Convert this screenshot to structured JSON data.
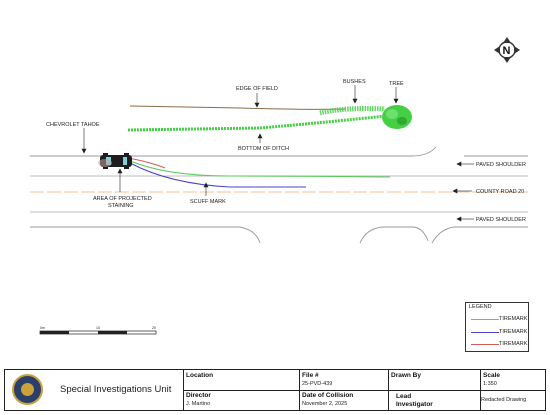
{
  "diagram": {
    "north_label": "N",
    "labels": {
      "edge_of_field": "EDGE OF FIELD",
      "bushes": "BUSHES",
      "tree": "TREE",
      "chevrolet_tahoe": "CHEVROLET TAHOE",
      "bottom_of_ditch": "BOTTOM OF DITCH",
      "paved_shoulder_top": "PAVED SHOULDER",
      "county_road": "COUNTY ROAD 20",
      "area_of_staining": "AREA OF PROJECTED STAINING",
      "area_of_staining_line1": "AREA OF PROJECTED",
      "area_of_staining_line2": "STAINING",
      "scuff_mark": "SCUFF MARK",
      "paved_shoulder_bottom": "PAVED SHOULDER"
    },
    "scale_bar": {
      "ticks": [
        "0m",
        "10",
        "20"
      ]
    },
    "colors": {
      "tiremark_green": "#5ec95e",
      "tiremark_blue": "#4a45c8",
      "tiremark_red": "#d65a5a",
      "vegetation": "#45cf45",
      "field_edge": "#8a6b4d",
      "road_line": "#999999",
      "centerline": "#f2c29a"
    }
  },
  "legend": {
    "title": "LEGEND",
    "items": [
      {
        "label": "TIREMARK",
        "color": "#5ec95e"
      },
      {
        "label": "TIREMARK",
        "color": "#4a45c8"
      },
      {
        "label": "TIREMARK",
        "color": "#d65a5a"
      }
    ]
  },
  "title_block": {
    "unit_name": "Special Investigations Unit",
    "location_header": "Location",
    "location_value": "",
    "file_header": "File #",
    "file_value": "25-PVD-439",
    "drawn_by_header": "Drawn By",
    "drawn_by_value": "",
    "scale_header": "Scale",
    "scale_value": "1:350",
    "director_header": "Director",
    "director_value": "J. Martino",
    "date_header": "Date of Collision",
    "date_value": "November 2, 2025",
    "lead_header_line1": "Lead",
    "lead_header_line2": "Investigator",
    "lead_value": "Redacted Drawing"
  }
}
